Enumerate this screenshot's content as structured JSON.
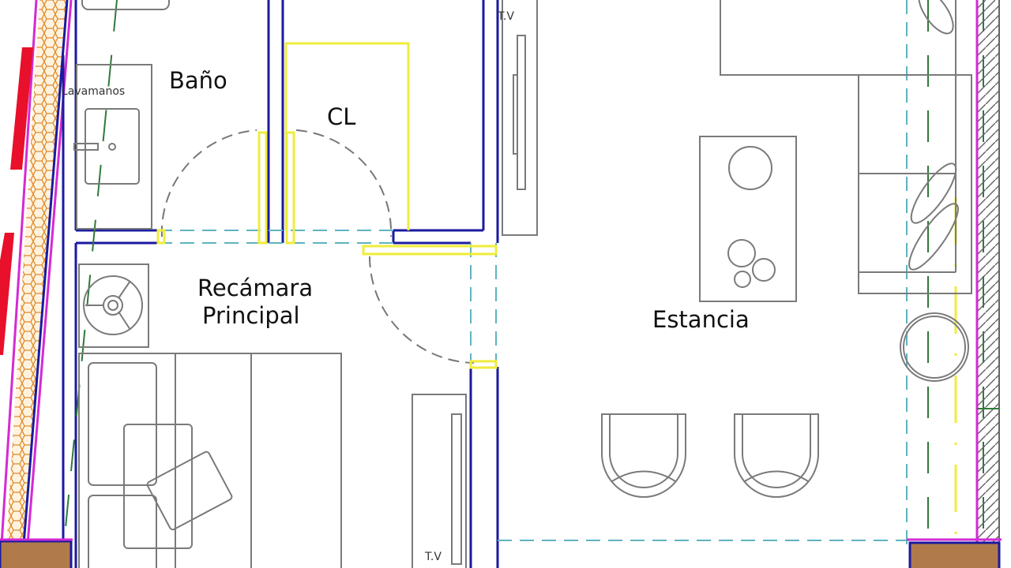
{
  "plan": {
    "rooms": {
      "bathroom": "Baño",
      "closet": "CL",
      "master_bedroom_line1": "Recámara",
      "master_bedroom_line2": "Principal",
      "living_room": "Estancia"
    },
    "fixtures": {
      "sink": "Lavamanos",
      "tv_top": "T.V",
      "tv_bottom": "T.V"
    }
  },
  "colors": {
    "wall": "#1a1aa0",
    "furniture": "#7a7a7a",
    "door_leaf": "#f0ec3a",
    "axis_cyan": "#5fb3c0",
    "axis_green": "#2f7a3a",
    "facade": "#d42ad4",
    "column": "#b07a4a",
    "insulation": "#e08a2a",
    "window": "#e8102a"
  }
}
